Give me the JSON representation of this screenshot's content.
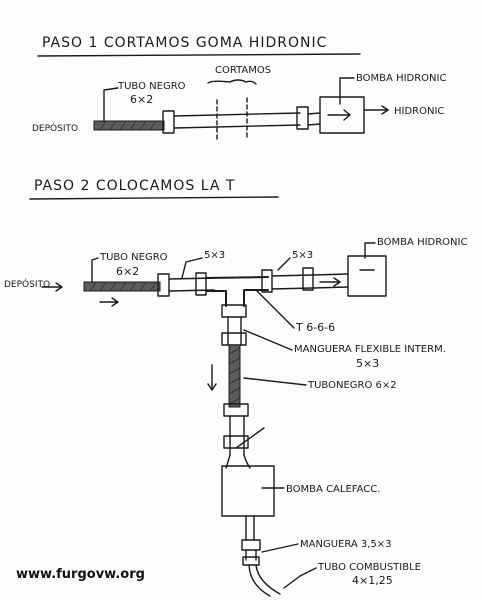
{
  "step1": {
    "title": "PASO 1   CORTAMOS GOMA HIDRONIC",
    "tubo_negro_label": "TUBO NEGRO",
    "tubo_negro_size": "6×2",
    "cortamos_label": "CORTAMOS",
    "deposito_label": "DEPÓSITO",
    "bomba_label": "BOMBA HIDRONIC",
    "hidronic_label": "HIDRONIC"
  },
  "step2": {
    "title": "PASO 2   COLOCAMOS LA T",
    "deposito_label": "DEPÓSITO",
    "tubo_negro_label": "TUBO NEGRO",
    "tubo_negro_size": "6×2",
    "size_left": "5×3",
    "size_right": "5×3",
    "bomba_hidronic_label": "BOMBA HIDRONIC",
    "t_label": "T 6-6-6",
    "manguera_flexible_label": "MANGUERA FLEXIBLE INTERM.",
    "manguera_flexible_size": "5×3",
    "tubonegro_label": "TUBONEGRO 6×2",
    "bomba_calefacc_label": "BOMBA CALEFACC.",
    "manguera_label": "MANGUERA 3,5×3",
    "tubo_combustible_label": "TUBO COMBUSTIBLE",
    "tubo_combustible_size": "4×1,25"
  },
  "watermark": "www.furgovw.org"
}
